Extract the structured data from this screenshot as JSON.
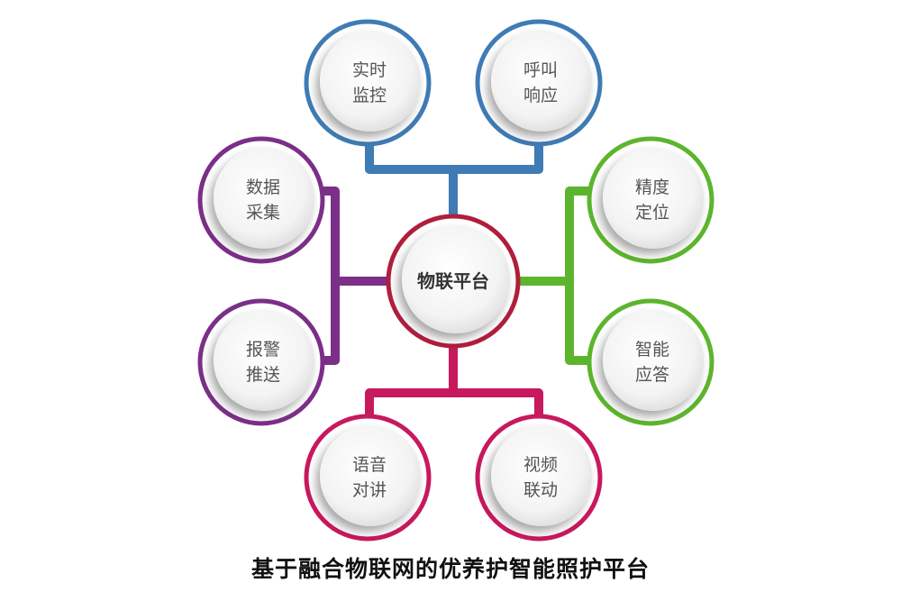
{
  "center": {
    "label": "物联平台",
    "color": "#b01e3c"
  },
  "nodes": [
    {
      "lines": [
        "实时",
        "监控"
      ],
      "color": "#3f7bb4"
    },
    {
      "lines": [
        "呼叫",
        "响应"
      ],
      "color": "#3f7bb4"
    },
    {
      "lines": [
        "数据",
        "采集"
      ],
      "color": "#7b2f88"
    },
    {
      "lines": [
        "精度",
        "定位"
      ],
      "color": "#5cb52d"
    },
    {
      "lines": [
        "报警",
        "推送"
      ],
      "color": "#7b2f88"
    },
    {
      "lines": [
        "智能",
        "应答"
      ],
      "color": "#5cb52d"
    },
    {
      "lines": [
        "语音",
        "对讲"
      ],
      "color": "#c8185e"
    },
    {
      "lines": [
        "视频",
        "联动"
      ],
      "color": "#c8185e"
    }
  ],
  "caption": "基于融合物联网的优养护智能照护平台"
}
